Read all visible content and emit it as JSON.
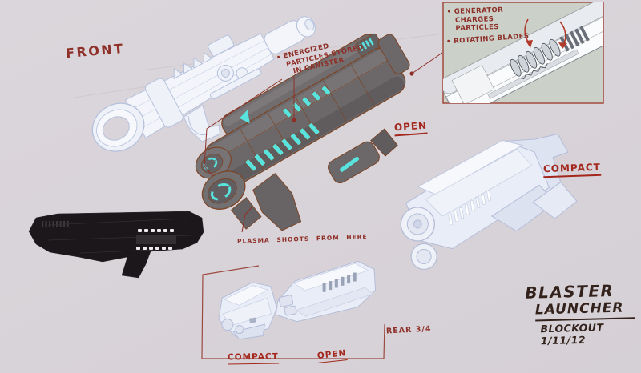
{
  "sheet": {
    "background_color": "#d9d4d9",
    "type": "weapon concept blockout sheet"
  },
  "colors": {
    "annotation_red": "#8e2f28",
    "label_red": "#a3271c",
    "sketch_maroon": "#9c4a40",
    "title_brown": "#33221b",
    "gun_body_gray": "#6c6769",
    "copper_wire": "#7c4526",
    "accent_cyan": "#59e3de",
    "wireframe_blue": "#b5c1dc",
    "silhouette_black": "#1b171b",
    "inset_background": "#cbd0c9"
  },
  "view_labels": {
    "front": "FRONT",
    "open": "OPEN",
    "compact": "COMPACT",
    "rear_three_quarter": "REAR 3/4",
    "compact_small": "COMPACT",
    "open_small": "OPEN"
  },
  "annotations": {
    "canister_note": "• ENERGIZED\n   PARTICLES STORED\n     IN CANISTER",
    "plasma_note": "PLASMA SHOOTS FROM HERE",
    "inset_notes": [
      "• GENERATOR\n   CHARGES\n   PARTICLES",
      "• ROTATING BLADES"
    ]
  },
  "title_block": {
    "line1": "BLASTER",
    "line2": "LAUNCHER",
    "line3": "BLOCKOUT  1/11/12"
  }
}
